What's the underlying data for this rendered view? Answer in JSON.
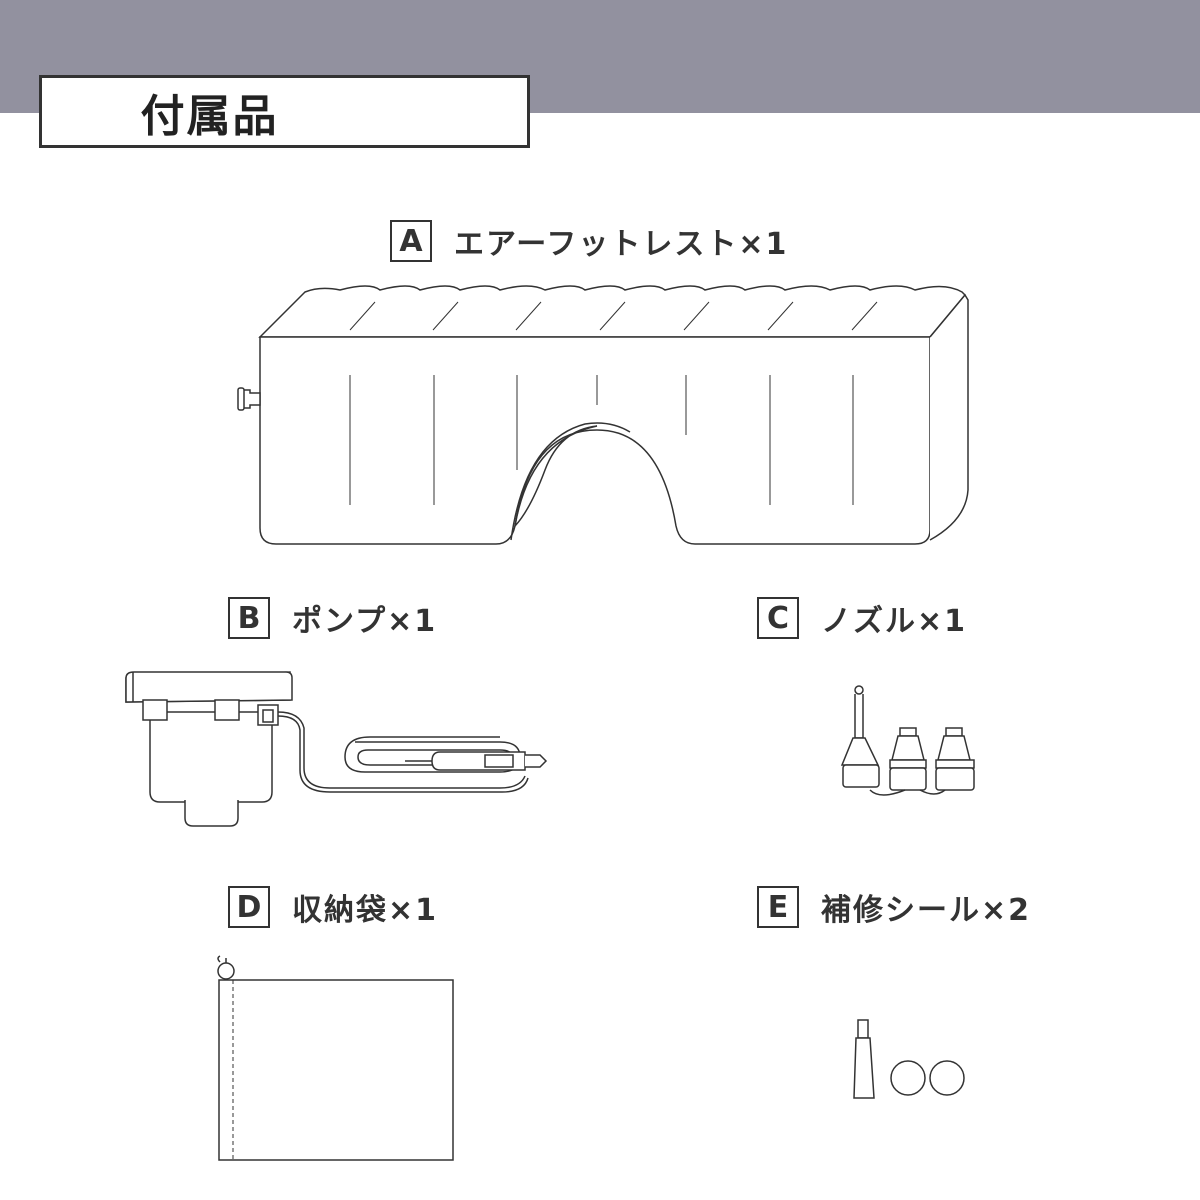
{
  "header": {
    "title": "付属品"
  },
  "items": [
    {
      "letter": "A",
      "name": "エアーフットレスト×1"
    },
    {
      "letter": "B",
      "name": "ポンプ×1"
    },
    {
      "letter": "C",
      "name": "ノズル×1"
    },
    {
      "letter": "D",
      "name": "収納袋×1"
    },
    {
      "letter": "E",
      "name": "補修シール×2"
    }
  ]
}
